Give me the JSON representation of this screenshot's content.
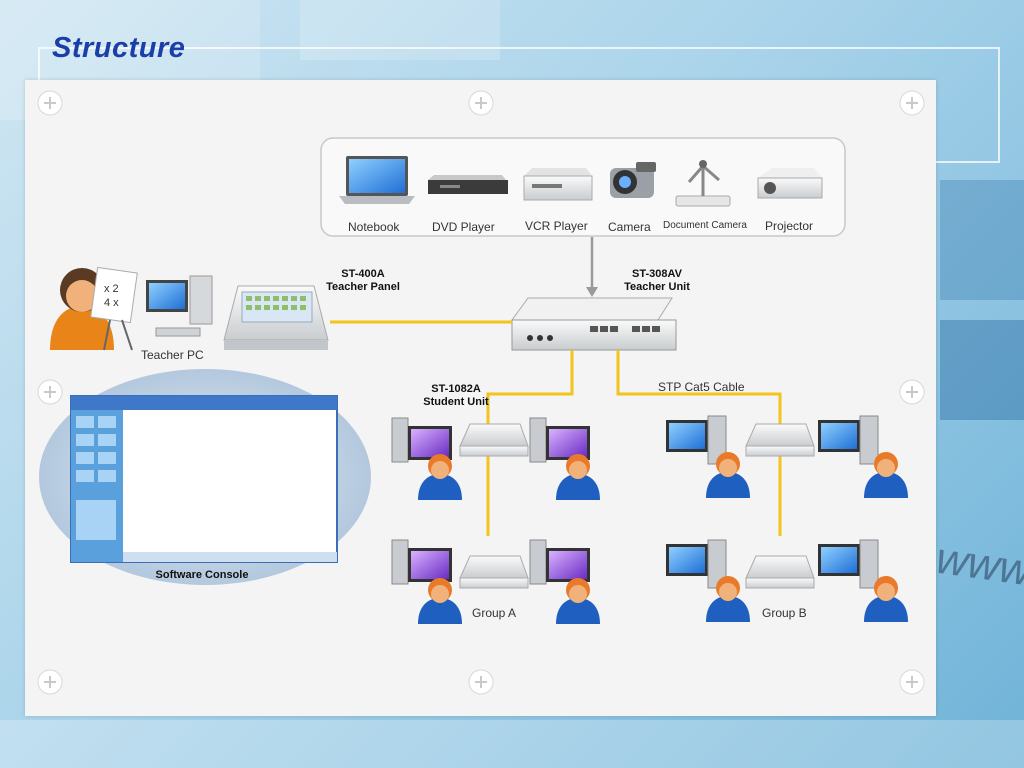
{
  "slide": {
    "title": "Structure",
    "watermark": "www"
  },
  "devices": [
    {
      "label": "Notebook",
      "icon": "notebook-icon"
    },
    {
      "label": "DVD Player",
      "icon": "dvd-player-icon"
    },
    {
      "label": "VCR Player",
      "icon": "vcr-player-icon"
    },
    {
      "label": "Camera",
      "icon": "camera-icon"
    },
    {
      "label": "Document Camera",
      "icon": "document-camera-icon"
    },
    {
      "label": "Projector",
      "icon": "projector-icon"
    }
  ],
  "nodes": {
    "teacher_panel": {
      "model": "ST-400A",
      "name": "Teacher Panel"
    },
    "teacher_unit": {
      "model": "ST-308AV",
      "name": "Teacher Unit"
    },
    "student_unit": {
      "model": "ST-1082A",
      "name": "Student Unit"
    },
    "teacher_pc": "Teacher PC",
    "software_console": "Software Console",
    "cable": "STP Cat5 Cable",
    "group_a": "Group A",
    "group_b": "Group B"
  },
  "colors": {
    "title": "#1b3fa8",
    "cable": "#f2c41c",
    "panel": "#f4f4f4",
    "ellipse": "#bccfe4"
  }
}
